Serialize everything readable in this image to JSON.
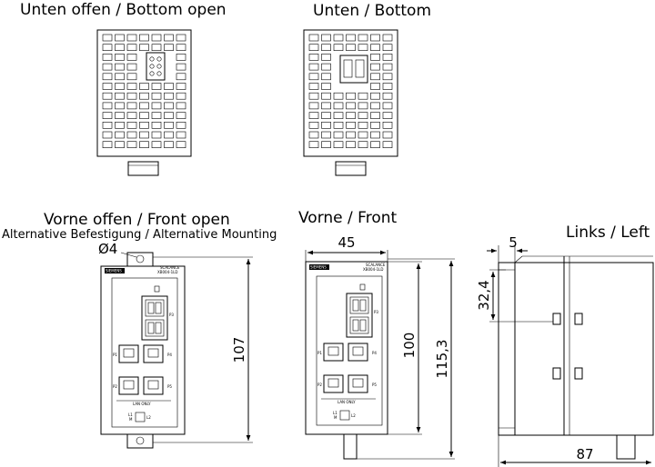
{
  "titles": {
    "bottom_open": "Unten offen / Bottom open",
    "bottom": "Unten / Bottom",
    "front_open": "Vorne offen / Front open",
    "front_open_sub": "Alternative Befestigung / Alternative Mounting",
    "front": "Vorne  / Front",
    "left": "Links / Left"
  },
  "dimensions": {
    "hole_diameter": "Ø4",
    "height_107": "107",
    "width_45": "45",
    "height_100": "100",
    "height_115_3": "115,3",
    "offset_5": "5",
    "height_32_4": "32,4",
    "depth_87": "87"
  },
  "device": {
    "brand": "SIEMENS",
    "model": "SCALANCE",
    "part": "XB004-1LD",
    "port_p1": "P1",
    "port_p2": "P2",
    "port_p3": "P3",
    "port_p4": "P4",
    "port_p5": "P5",
    "lan_only": "LAN ONLY",
    "power_a": "L1",
    "power_b": "M",
    "power_c": "L2"
  }
}
